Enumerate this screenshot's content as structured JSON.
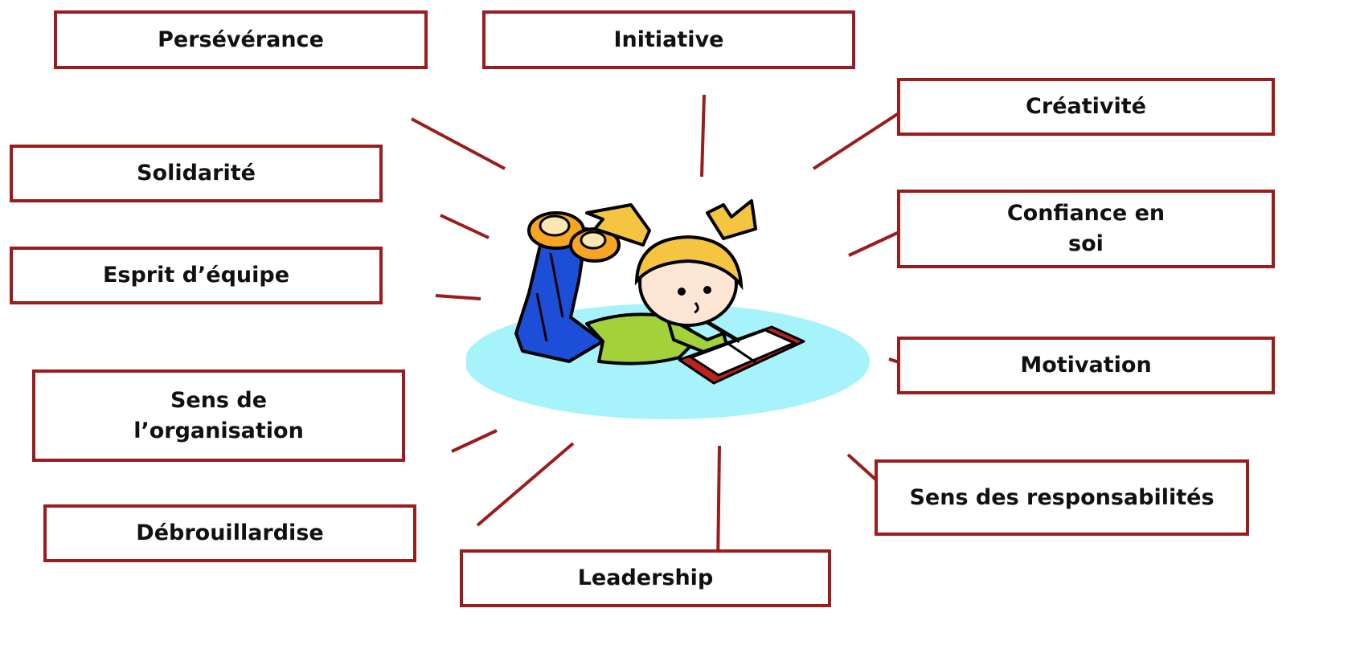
{
  "colors": {
    "border": "#9b1c1c",
    "ray": "#9b1c1c",
    "text": "#111111",
    "mat": "#a7f3fb",
    "hair": "#f5c441",
    "pants": "#1d4ed8",
    "shirt": "#a3d13a",
    "book": "#c0211f"
  },
  "illustration": {
    "icon": "child-reading-illustration"
  },
  "boxes": {
    "perseverance": "Persévérance",
    "initiative": "Initiative",
    "creativite": "Créativité",
    "solidarite": "Solidarité",
    "confiance_1": "Confiance en",
    "confiance_2": "soi",
    "esprit": "Esprit d’équipe",
    "motivation": "Motivation",
    "organisation_1": "Sens de",
    "organisation_2": "l’organisation",
    "responsabilites": "Sens des responsabilités",
    "debrouillardise": "Débrouillardise",
    "leadership": "Leadership"
  }
}
